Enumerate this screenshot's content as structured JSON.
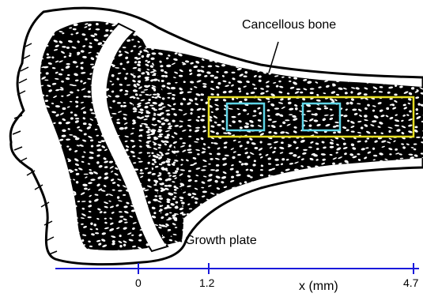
{
  "annotations": {
    "cancellous_label": "Cancellous bone",
    "growth_plate_label": "Growth plate"
  },
  "axis": {
    "label": "x (mm)",
    "ticks": [
      "0",
      "1.2",
      "4.7"
    ],
    "color": "#1a1adb"
  },
  "colors": {
    "region_box": "#e6de22",
    "roi_box": "#5fd6e8",
    "bone_fill": "#000000",
    "background": "#ffffff"
  }
}
